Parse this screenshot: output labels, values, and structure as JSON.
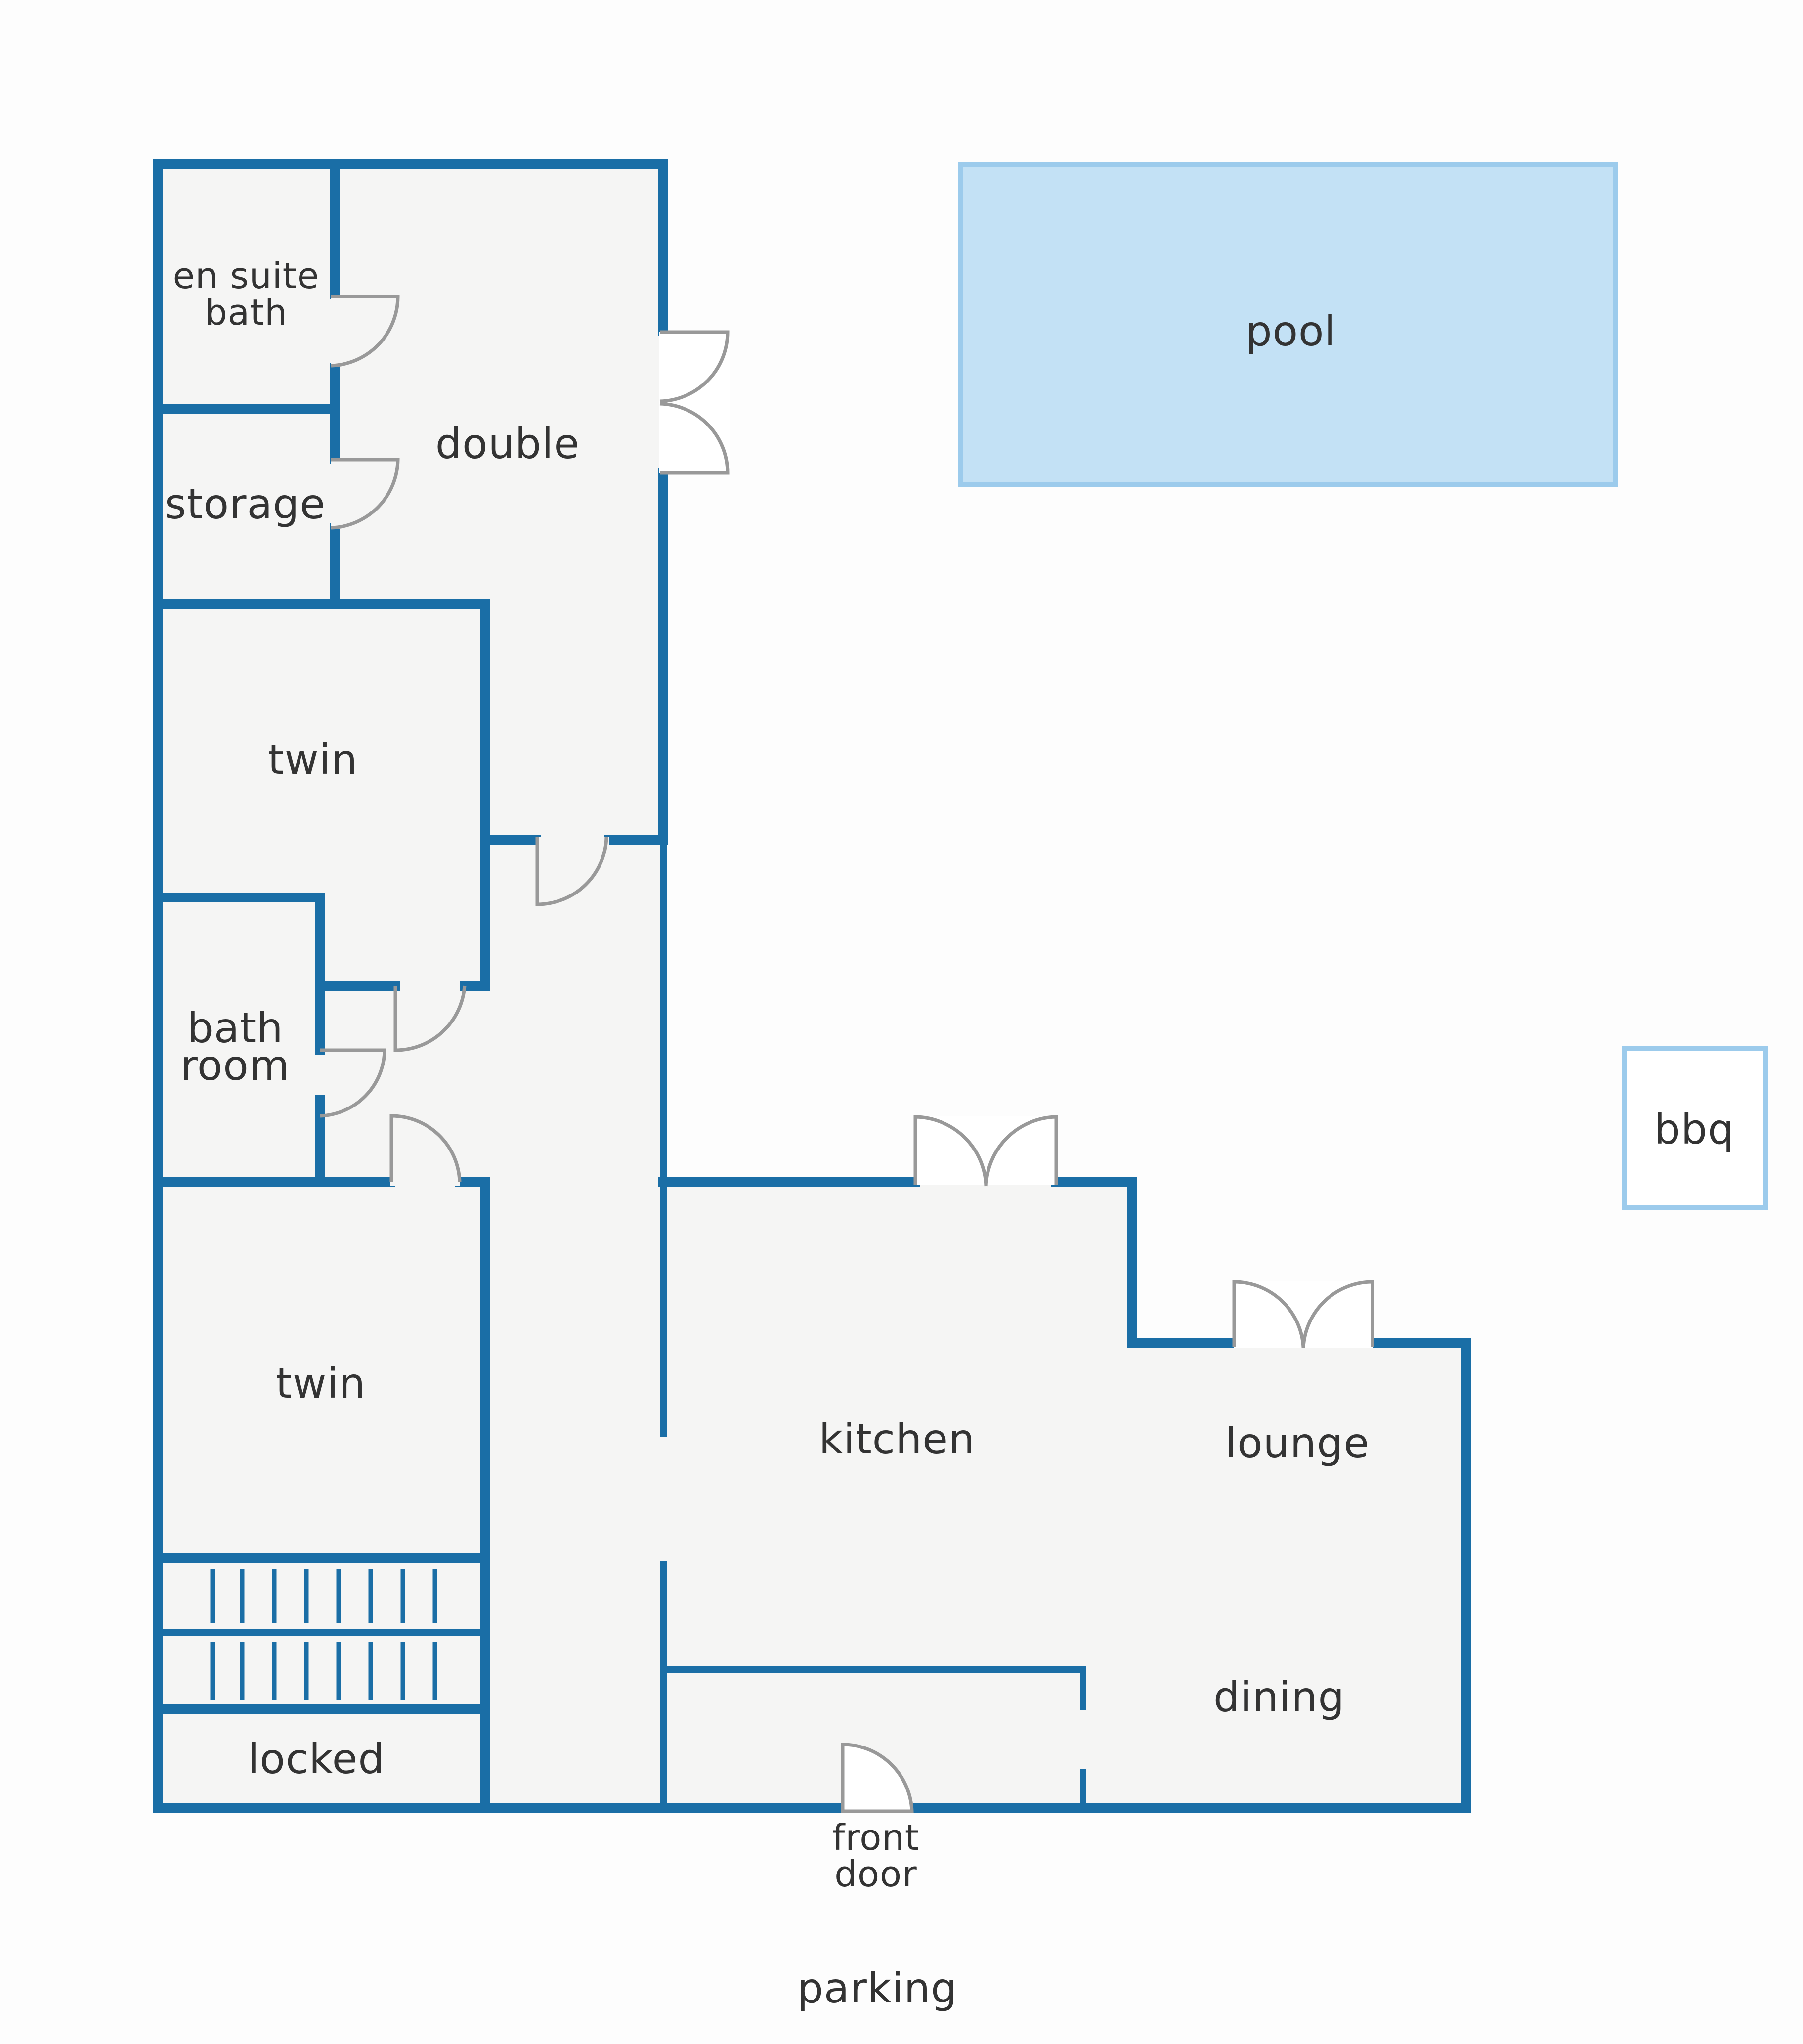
{
  "colors": {
    "wall": "#1a6ea6",
    "floor": "#f5f5f4",
    "door": "#999999",
    "pool_fill": "#c3e1f5",
    "pool_border": "#9ccbec",
    "bbq_border": "#9ccbec",
    "text": "#333333",
    "background": "#fdfdfd"
  },
  "rooms": {
    "en_suite_bath": "en suite\nbath",
    "storage": "storage",
    "double": "double",
    "twin_upper": "twin",
    "bath_room": "bath\nroom",
    "twin_lower": "twin",
    "locked": "locked",
    "kitchen": "kitchen",
    "lounge": "lounge",
    "dining": "dining"
  },
  "exterior": {
    "pool": "pool",
    "bbq": "bbq",
    "front_door": "front\ndoor",
    "parking": "parking"
  },
  "stairs": {
    "rows": 2,
    "treads_per_row": 8
  }
}
